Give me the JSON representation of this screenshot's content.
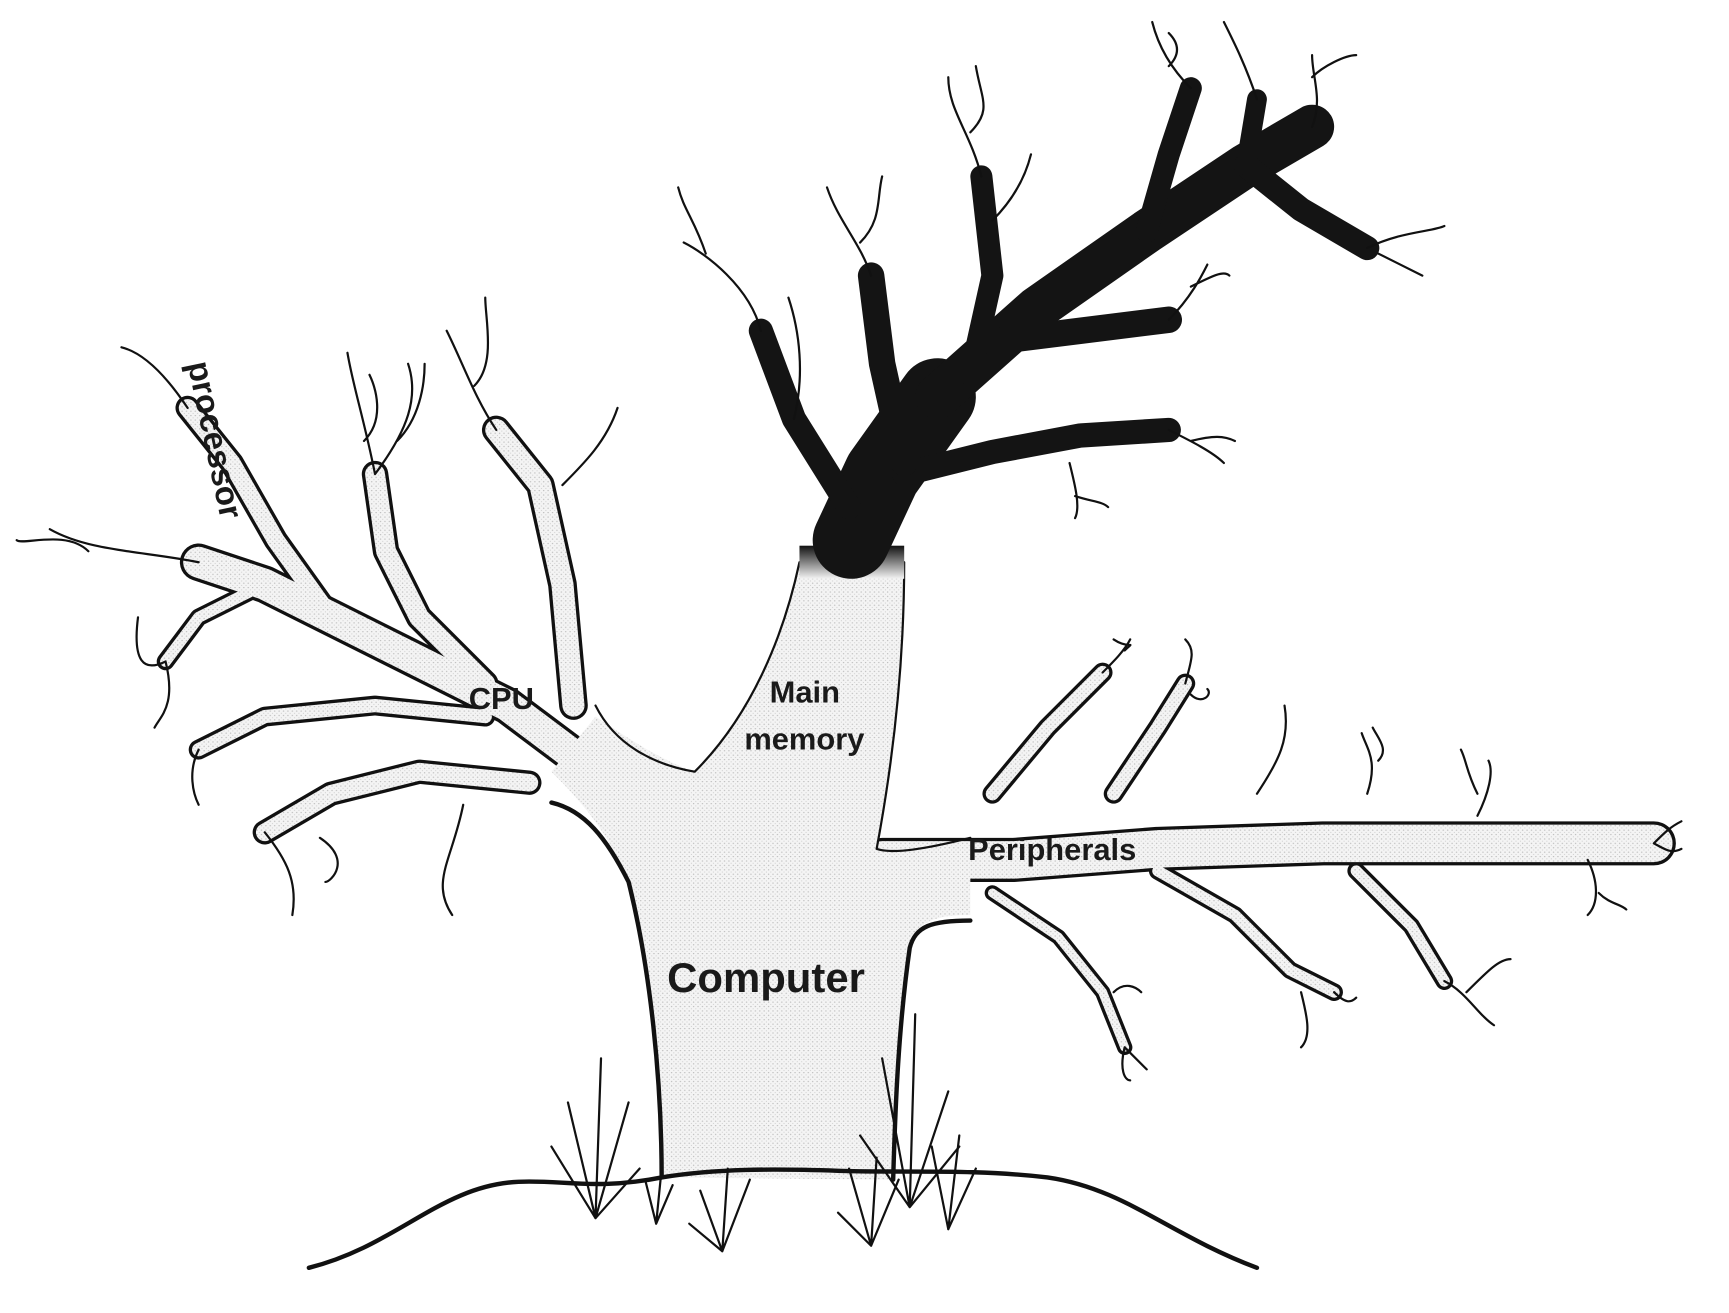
{
  "diagram": {
    "labels": {
      "trunk": "Computer",
      "branch_cpu": "CPU",
      "branch_processor": "processor",
      "branch_memory_line1": "Main",
      "branch_memory_line2": "memory",
      "branch_peripherals": "Peripherals"
    },
    "colors": {
      "ink": "#111111",
      "wood_fill": "#ececec",
      "shade": "#9a9a9a",
      "highlighted_branch": "#141414"
    }
  }
}
